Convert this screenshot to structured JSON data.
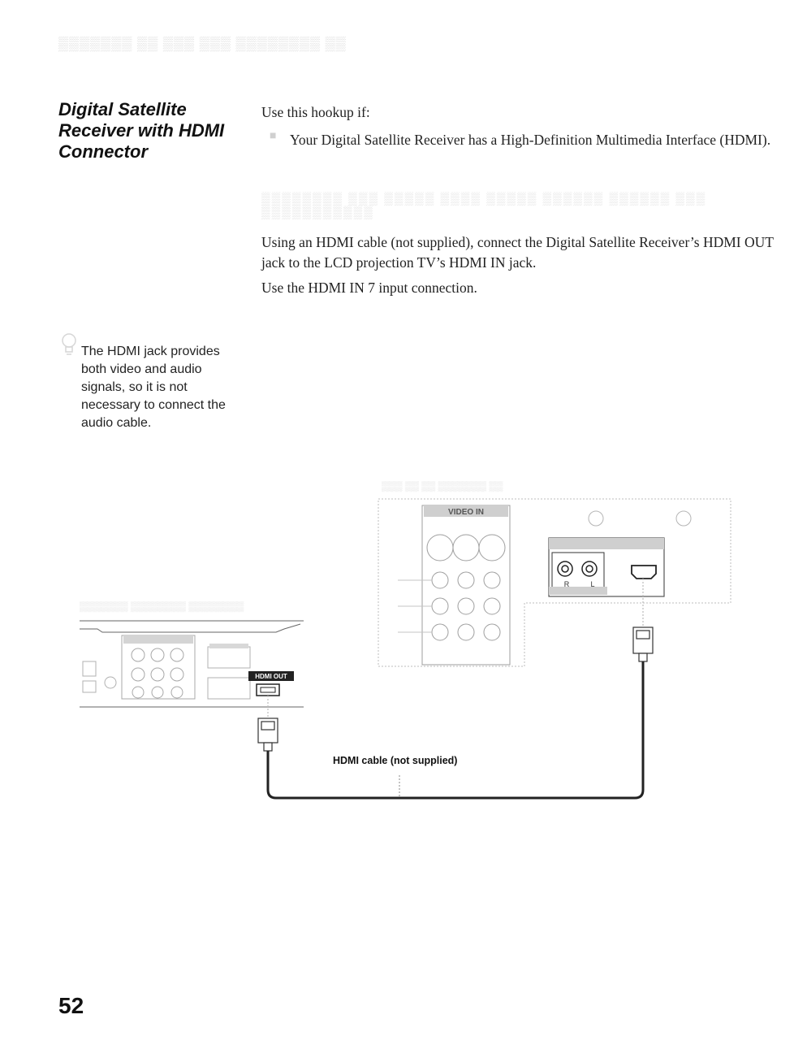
{
  "section": {
    "title": "Digital Satellite Receiver with HDMI Connector"
  },
  "body": {
    "intro": "Use this hookup if:",
    "bullet": "Your Digital Satellite Receiver has a High-Definition Multimedia Interface (HDMI).",
    "para1": "Using an HDMI cable (not supplied), connect the Digital Satellite Receiver’s HDMI OUT jack to the LCD projection TV’s HDMI IN jack.",
    "para2": "Use the HDMI IN 7 input connection."
  },
  "tip": {
    "text": "The HDMI jack provides both video and audio signals, so it is not necessary to connect the audio cable."
  },
  "diagram": {
    "tv_labels": {
      "video_in": "VIDEO IN",
      "r": "R",
      "l": "L"
    },
    "receiver_labels": {
      "hdmi_out": "HDMI OUT"
    },
    "cable_label": "HDMI cable (not supplied)"
  },
  "page": {
    "number": "52"
  }
}
